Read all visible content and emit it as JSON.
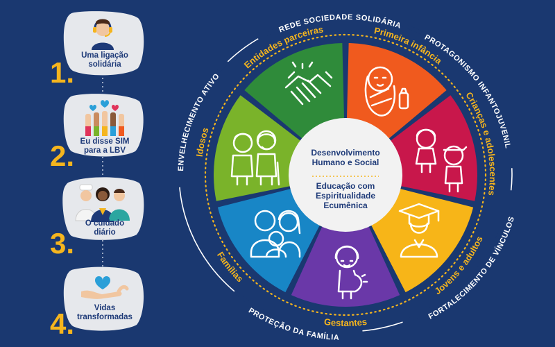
{
  "steps": [
    {
      "number": "1.",
      "label": "Uma ligação\nsolidária",
      "icon": "headset-operator-icon"
    },
    {
      "number": "2.",
      "label": "Eu disse SIM\npara a LBV",
      "icon": "raised-hands-hearts-icon"
    },
    {
      "number": "3.",
      "label": "O cuidado\ndiário",
      "icon": "care-team-icon"
    },
    {
      "number": "4.",
      "label": "Vidas\ntransformadas",
      "icon": "heart-hand-icon"
    }
  ],
  "center": {
    "title": "Desenvolvimento\nHumano e Social",
    "subtitle": "Educação com\nEspiritualidade\nEcumênica"
  },
  "segments": [
    {
      "label": "Primeira infância",
      "color": "#f05a1e",
      "icon": "swaddled-baby-icon"
    },
    {
      "label": "Crianças e adolescentes",
      "color": "#c8174b",
      "icon": "children-icon"
    },
    {
      "label": "Jovens e adultos",
      "color": "#f7b518",
      "icon": "graduate-icon"
    },
    {
      "label": "Gestantes",
      "color": "#6a38a8",
      "icon": "pregnant-woman-icon"
    },
    {
      "label": "Famílias",
      "color": "#1886c6",
      "icon": "family-icon"
    },
    {
      "label": "Idosos",
      "color": "#7ab32a",
      "icon": "elderly-couple-icon"
    },
    {
      "label": "Entidades parceiras",
      "color": "#2f8b3a",
      "icon": "handshake-icon"
    }
  ],
  "outer_labels": [
    "REDE SOCIEDADE SOLIDÁRIA",
    "PROTAGONISMO INFANTOJUVENIL",
    "FORTALECIMENTO DE VÍNCULOS",
    "PROTEÇÃO DA FAMÍLIA",
    "ENVELHECIMENTO ATIVO"
  ],
  "colors": {
    "background": "#1a3870",
    "accent": "#f5b51e",
    "card": "#e6e8ec",
    "text_dark": "#1e3a78"
  }
}
